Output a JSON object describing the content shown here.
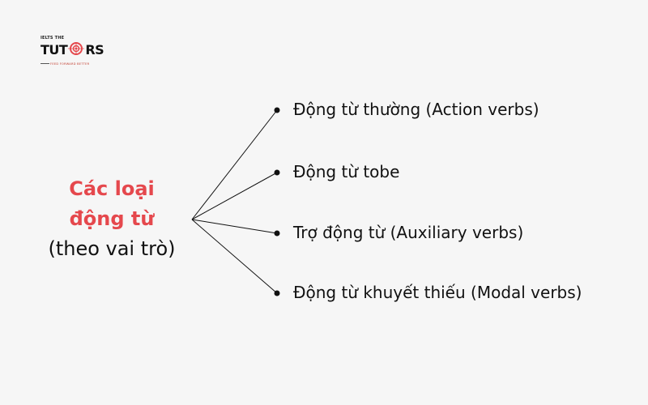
{
  "logo": {
    "top_text": "IELTS THE",
    "word_left": "TUT",
    "word_right": "RS",
    "tagline": "FEED FORWARD BETTER"
  },
  "center": {
    "line1": "Các loại",
    "line2": "động từ",
    "line3": "(theo vai trò)"
  },
  "branches": [
    "Động từ thường (Action verbs)",
    "Động từ tobe",
    "Trợ động từ (Auxiliary verbs)",
    "Động từ khuyết thiếu (Modal verbs)"
  ],
  "colors": {
    "accent": "#e5484d",
    "text": "#111111",
    "background": "#f6f6f6"
  }
}
